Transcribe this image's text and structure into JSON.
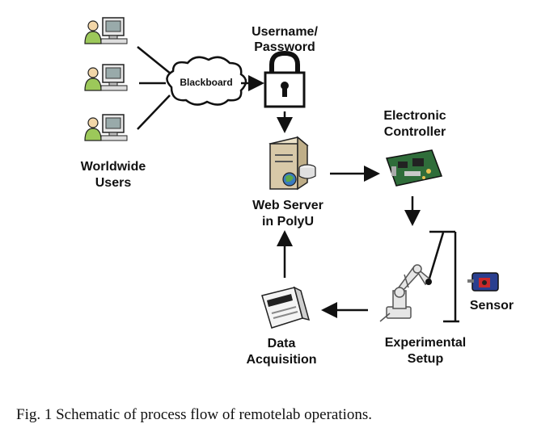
{
  "labels": {
    "username": [
      "Username/",
      "Password"
    ],
    "blackboard": "Blackboard",
    "users": [
      "Worldwide",
      "Users"
    ],
    "controller": [
      "Electronic",
      "Controller"
    ],
    "webserver": [
      "Web Server",
      "in PolyU"
    ],
    "sensor": "Sensor",
    "setup": [
      "Experimental",
      "Setup"
    ],
    "daq": [
      "Data",
      "Acquisition"
    ]
  },
  "caption": "Fig. 1 Schematic of process flow of remotelab operations.",
  "colors": {
    "ink": "#111111",
    "server": "#d8c9a8",
    "board": "#2f6d3a",
    "sensor_body": "#2a3f8f",
    "sensor_accent": "#c8282a",
    "person": "#9cc85a"
  },
  "icons": [
    "user-computer-icon",
    "cloud-icon",
    "padlock-icon",
    "server-icon",
    "circuit-board-icon",
    "robot-arm-icon",
    "sensor-icon",
    "daq-device-icon"
  ]
}
